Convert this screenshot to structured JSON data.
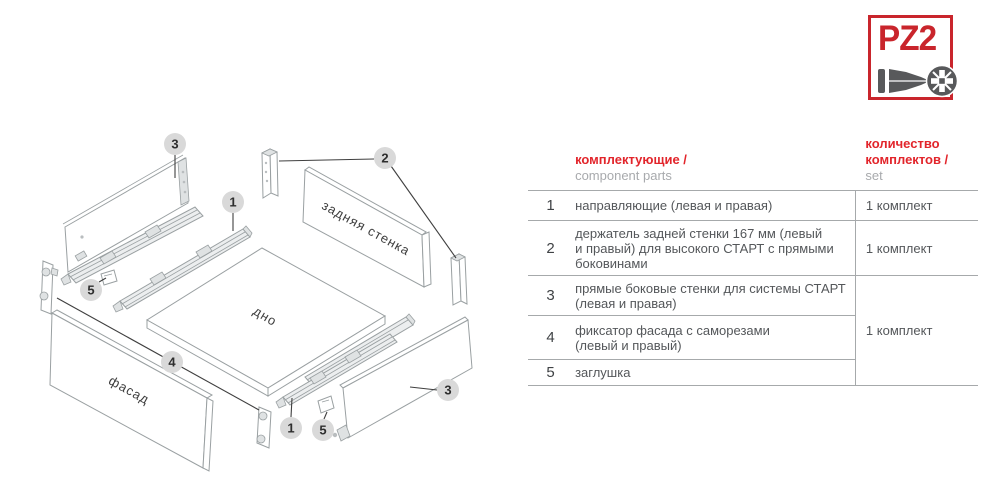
{
  "logo": {
    "text": "PZ2",
    "red": "#c9252c",
    "gray": "#58595b"
  },
  "diagram": {
    "labels": {
      "back_wall": "задняя стенка",
      "bottom": "дно",
      "facade": "фасад"
    },
    "callouts": [
      {
        "id": "left-sidewall",
        "label": "3"
      },
      {
        "id": "back-wall-holders",
        "label": "2"
      },
      {
        "id": "rail-middle",
        "label": "1"
      },
      {
        "id": "cap-top",
        "label": "5"
      },
      {
        "id": "facade-fixators",
        "label": "4"
      },
      {
        "id": "rail-bottom",
        "label": "1"
      },
      {
        "id": "cap-bottom",
        "label": "5"
      },
      {
        "id": "right-sidewall",
        "label": "3"
      }
    ]
  },
  "table": {
    "header": {
      "parts_ru": "комплектующие /",
      "parts_en": "component parts",
      "qty_ru": "количество комплектов /",
      "qty_en": "set"
    },
    "rows": [
      {
        "num": "1",
        "lines": [
          "направляющие (левая и правая)"
        ],
        "qty": "1 комплект"
      },
      {
        "num": "2",
        "lines": [
          "держатель задней стенки 167 мм (левый",
          "и правый) для высокого СТАРТ с прямыми",
          "боковинами"
        ],
        "qty": "1 комплект"
      },
      {
        "num": "3",
        "lines": [
          "прямые боковые стенки для системы СТАРТ",
          "(левая и правая)"
        ]
      },
      {
        "num": "4",
        "lines": [
          "фиксатор фасада с саморезами",
          "(левый и правый)"
        ]
      },
      {
        "num": "5",
        "lines": [
          "заглушка"
        ]
      }
    ],
    "merged_qty": "1 комплект"
  }
}
